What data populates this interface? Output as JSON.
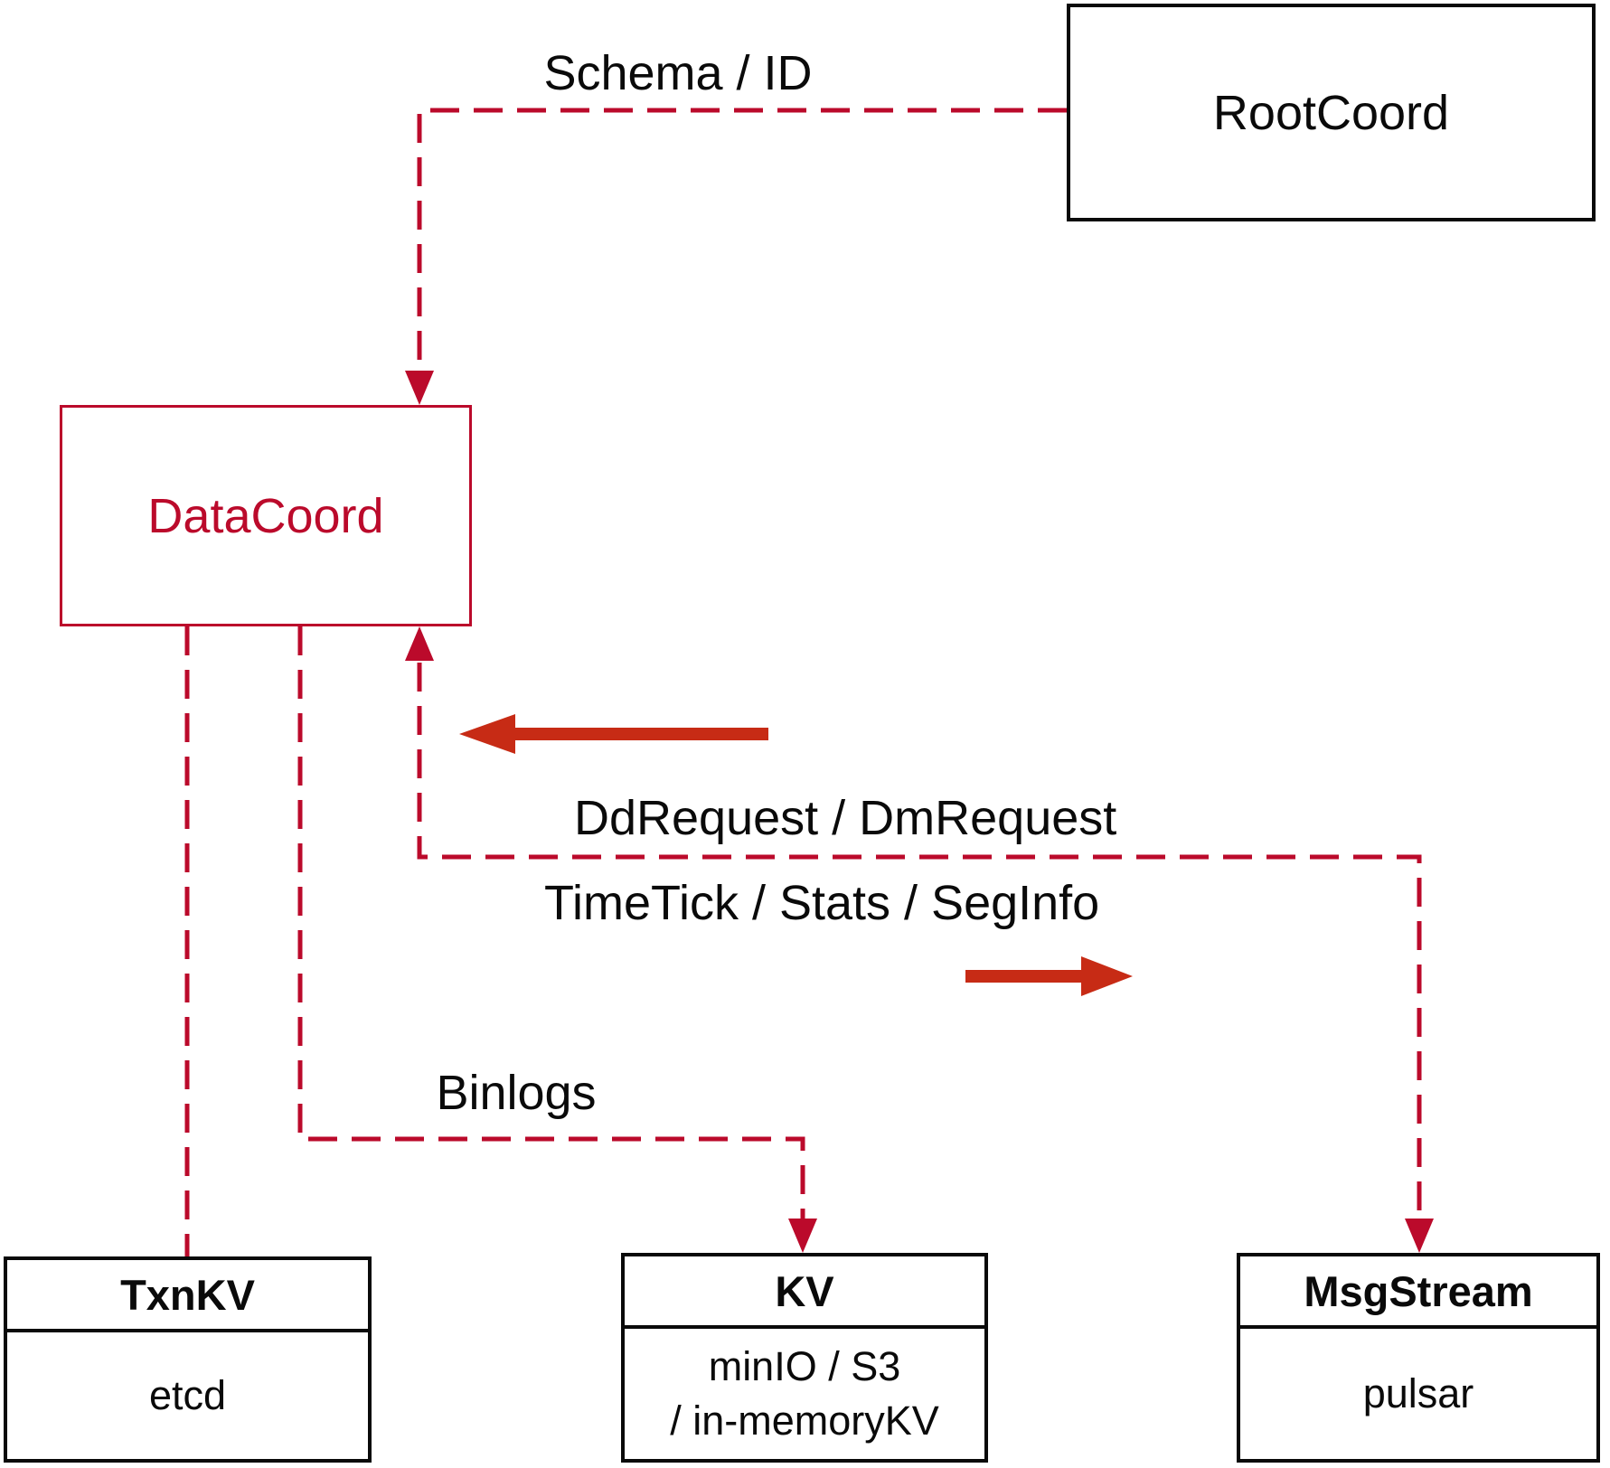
{
  "colors": {
    "crimson": "#BB0A2B",
    "arrow_red": "#C72B15",
    "black": "#0A0A0A",
    "bg": "#FFFFFF"
  },
  "nodes": {
    "rootcoord": {
      "label": "RootCoord"
    },
    "datacoord": {
      "label": "DataCoord"
    },
    "txnkv": {
      "title": "TxnKV",
      "content": [
        "etcd"
      ]
    },
    "kv": {
      "title": "KV",
      "content": [
        "minIO / S3",
        "/ in-memoryKV"
      ]
    },
    "msgstream": {
      "title": "MsgStream",
      "content": [
        "pulsar"
      ]
    }
  },
  "edge_labels": {
    "schema": "Schema / ID",
    "ddrequest": "DdRequest / DmRequest",
    "timetick": "TimeTick / Stats / SegInfo",
    "binlogs": "Binlogs"
  }
}
